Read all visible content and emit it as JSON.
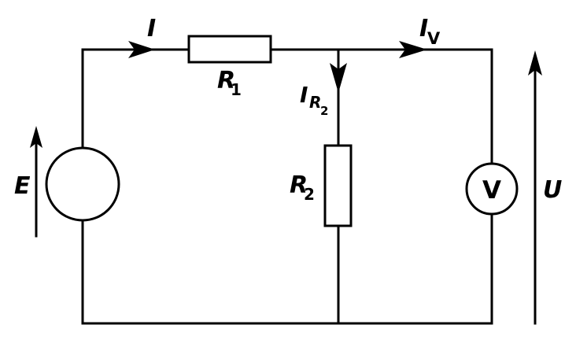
{
  "labels": {
    "source_voltage": "E",
    "current_total": "I",
    "resistor_1": {
      "symbol": "R",
      "index": "1"
    },
    "current_r2": {
      "symbol": "I",
      "sub_symbol": "R",
      "sub_index": "2"
    },
    "resistor_2": {
      "symbol": "R",
      "index": "2"
    },
    "current_voltmeter": {
      "symbol": "I",
      "index": "V"
    },
    "voltmeter_symbol": "V",
    "measured_voltage": "U"
  }
}
